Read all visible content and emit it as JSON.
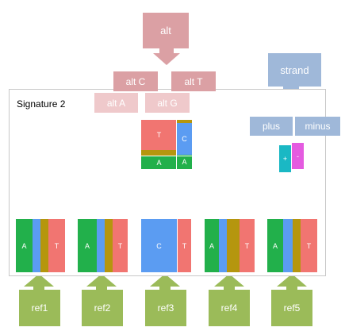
{
  "top": {
    "alt_label": "alt",
    "strand_label": "strand"
  },
  "signature": {
    "title": "Signature 2"
  },
  "alt_labels": {
    "alt_c": "alt C",
    "alt_t": "alt T",
    "alt_a": "alt A",
    "alt_g": "alt G"
  },
  "alt_mosaic": {
    "t_label": "T",
    "c_label": "C",
    "a_label_left": "A",
    "a_label_right": "A"
  },
  "strand": {
    "plus_label": "plus",
    "minus_label": "minus",
    "plus_symbol": "+",
    "minus_symbol": "-"
  },
  "refs": [
    {
      "name": "ref1",
      "big_label": "A",
      "small_label": "T"
    },
    {
      "name": "ref2",
      "big_label": "A",
      "small_label": "T"
    },
    {
      "name": "ref3",
      "big_label": "C",
      "small_label": "T"
    },
    {
      "name": "ref4",
      "big_label": "A",
      "small_label": "T"
    },
    {
      "name": "ref5",
      "big_label": "A",
      "small_label": "T"
    }
  ],
  "colors": {
    "A": "#22b04b",
    "C": "#5b9cf2",
    "G": "#b5960e",
    "T": "#f17571",
    "plus": "#1ab8c4",
    "minus": "#e45be0",
    "alt_dark": "#dba0a4",
    "alt_light": "#efc9cb",
    "strand": "#9fb8d9",
    "ref": "#9bbb59",
    "center_arrow": "#a6a6a6"
  }
}
